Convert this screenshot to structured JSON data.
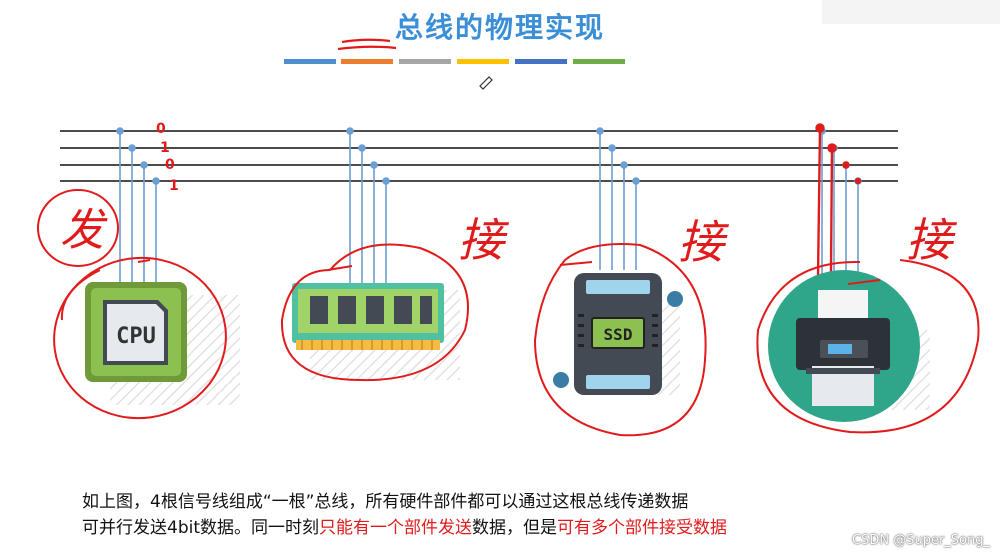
{
  "title": "总线的物理实现",
  "color_bar": [
    "#4f8fd0",
    "#ed7d31",
    "#a5a5a5",
    "#ffc000",
    "#4472c4",
    "#70ad47"
  ],
  "handwriting": {
    "send": "发",
    "recv1": "接",
    "recv2": "接",
    "recv3": "接",
    "bits": [
      "0",
      "1",
      "0",
      "1"
    ]
  },
  "components": {
    "cpu_label": "CPU",
    "ssd_label": "SSD"
  },
  "description": {
    "line1": "如上图，4根信号线组成“一根”总线，所有硬件部件都可以通过这根总线传递数据",
    "line2_a": "可并行发送4bit数据。同一时刻",
    "line2_red1": "只能有一个部件发送",
    "line2_b": "数据，但是",
    "line2_red2": "可有多个部件接受数据"
  },
  "watermark": "CSDN @Super_Song_"
}
